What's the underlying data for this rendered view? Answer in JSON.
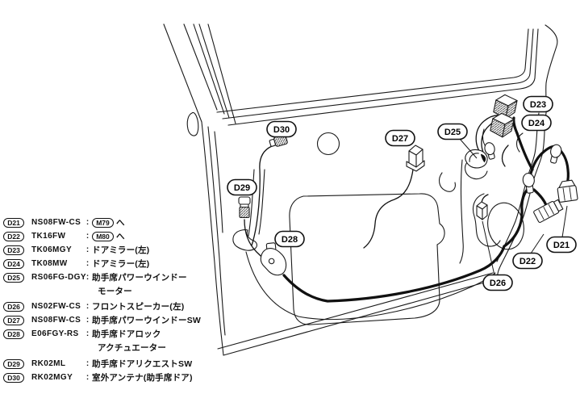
{
  "diagram": {
    "description_type": "door-harness-diagram",
    "callouts": [
      {
        "label": "D30"
      },
      {
        "label": "D27"
      },
      {
        "label": "D25"
      },
      {
        "label": "D23"
      },
      {
        "label": "D24"
      },
      {
        "label": "D29"
      },
      {
        "label": "D28"
      },
      {
        "label": "D26"
      },
      {
        "label": "D22"
      },
      {
        "label": "D21"
      }
    ]
  },
  "legend": {
    "colon": ":",
    "rows": [
      {
        "id": "D21",
        "code": "NS08FW-CS",
        "target": "M79",
        "suffix": "へ"
      },
      {
        "id": "D22",
        "code": "TK16FW",
        "target": "M80",
        "suffix": "へ"
      },
      {
        "id": "D23",
        "code": "TK06MGY",
        "desc": "ドアミラー(左)"
      },
      {
        "id": "D24",
        "code": "TK08MW",
        "desc": "ドアミラー(左)"
      },
      {
        "id": "D25",
        "code": "RS06FG-DGY",
        "desc": "助手席パワーウインドー",
        "desc2": "モーター"
      },
      {
        "id": "D26",
        "code": "NS02FW-CS",
        "desc": "フロントスピーカー(左)"
      },
      {
        "id": "D27",
        "code": "NS08FW-CS",
        "desc": "助手席パワーウインドーSW"
      },
      {
        "id": "D28",
        "code": "E06FGY-RS",
        "desc": "助手席ドアロック",
        "desc2": "アクチュエーター"
      },
      {
        "id": "D29",
        "code": "RK02ML",
        "desc": "助手席ドアリクエストSW"
      },
      {
        "id": "D30",
        "code": "RK02MGY",
        "desc": "室外アンテナ(助手席ドア)"
      }
    ]
  },
  "colors": {
    "line": "#1a1a1a",
    "background": "#ffffff"
  }
}
